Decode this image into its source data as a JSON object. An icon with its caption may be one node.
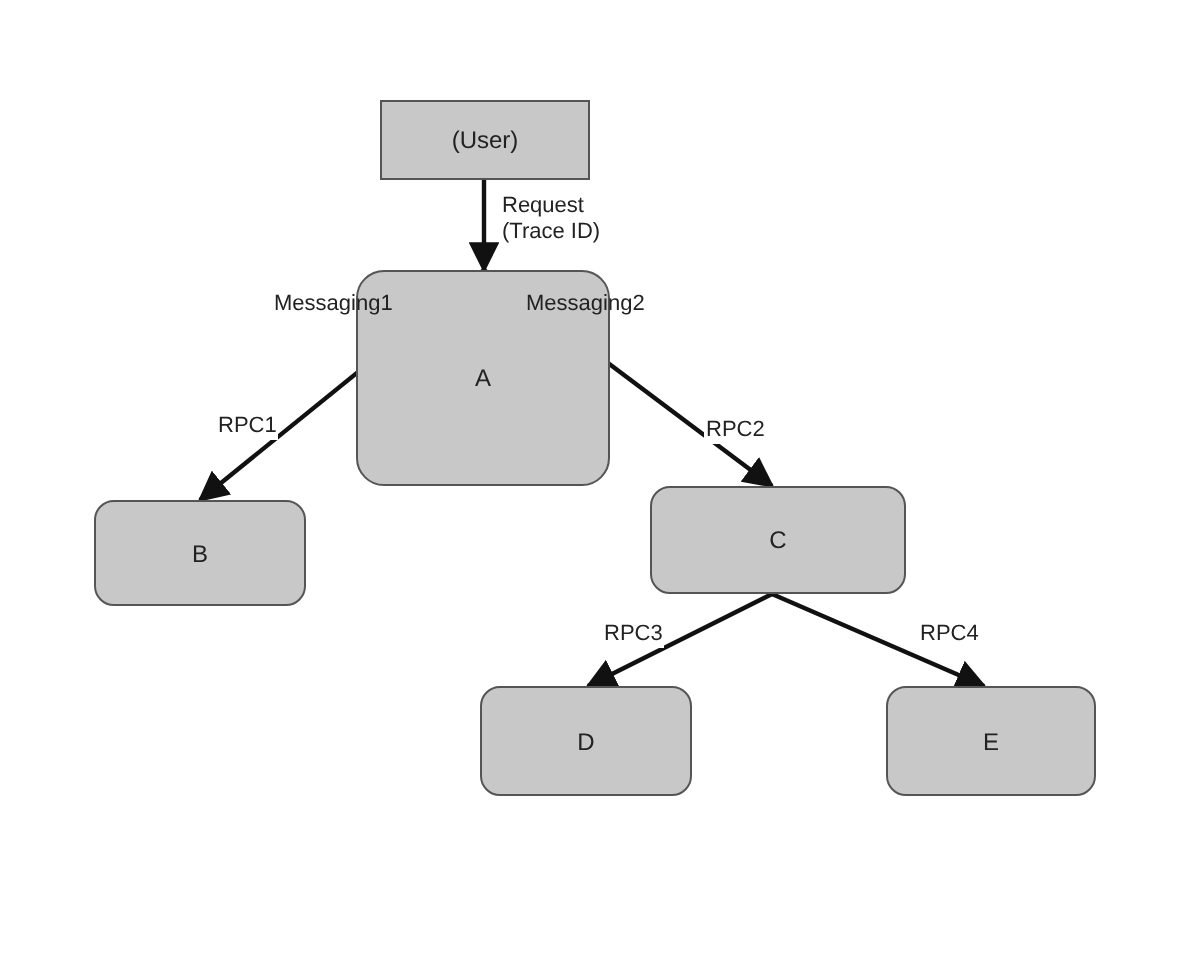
{
  "diagram": {
    "nodes": [
      {
        "text": [
          "(User)"
        ]
      },
      {
        "text": [
          "A"
        ]
      },
      {
        "text": [
          "B"
        ]
      },
      {
        "text": [
          "C"
        ]
      },
      {
        "text": [
          "D"
        ]
      },
      {
        "text": [
          "E"
        ]
      }
    ],
    "edges": [
      {
        "from": 0,
        "to": 1,
        "arrow": "to",
        "label": "Request (Trace ID)"
      },
      {
        "from": 1,
        "to": 2,
        "arrow": "to",
        "label": "RPC1"
      },
      {
        "from": 1,
        "to": 3,
        "arrow": "to",
        "label": "RPC2"
      },
      {
        "from": 3,
        "to": 4,
        "arrow": "to",
        "label": "RPC3"
      },
      {
        "from": 3,
        "to": 5,
        "arrow": "to",
        "label": "RPC4"
      }
    ],
    "labels": [
      "Messaging1",
      "Messaging2"
    ]
  }
}
